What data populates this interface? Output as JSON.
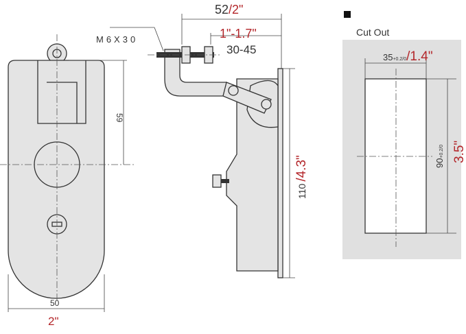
{
  "front_view": {
    "width_mm": "50",
    "width_in": "2\"",
    "height_mm": "59"
  },
  "side_view": {
    "depth_mm": "52",
    "depth_in": "/2\"",
    "grip_in": "1\"-1.7\"",
    "grip_mm": "30-45",
    "bolt": "M6X30",
    "height_mm": "110",
    "height_in": "/4.3\""
  },
  "cut_out": {
    "title": "Cut Out",
    "width_mm": "35",
    "width_tol": "+0.2/0",
    "width_in": "/1.4\"",
    "height_mm": "90",
    "height_tol": "+0.2/0",
    "height_in": "3.5\""
  },
  "colors": {
    "accent": "#b3262a",
    "panel": "#e0e0e0"
  }
}
